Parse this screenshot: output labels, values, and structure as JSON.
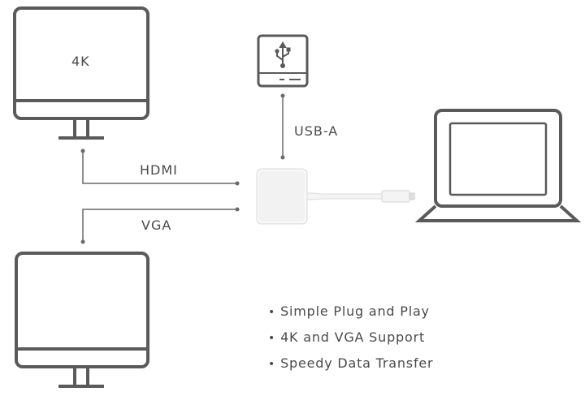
{
  "top_monitor": {
    "label": "4K"
  },
  "connections": {
    "hdmi": "HDMI",
    "vga": "VGA",
    "usb": "USB-A"
  },
  "features": [
    "Simple Plug and Play",
    "4K and VGA Support",
    "Speedy Data Transfer"
  ],
  "colors": {
    "stroke": "#5a5a5a",
    "line": "#6a6a6a",
    "adapter": "#f2f2f2",
    "text": "#4a4a4a"
  }
}
